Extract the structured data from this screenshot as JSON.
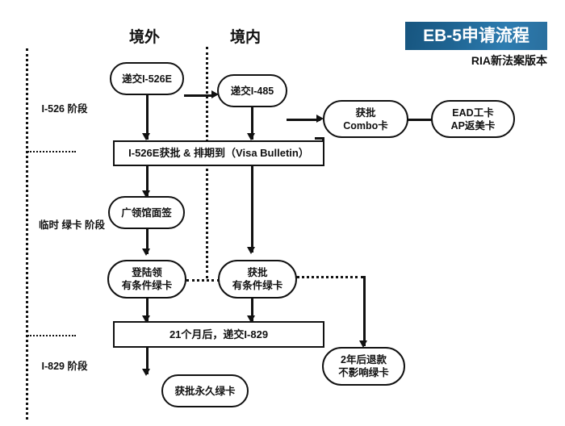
{
  "header": {
    "banner_title": "EB-5申请流程",
    "subtitle": "RIA新法案版本",
    "banner_color": "#1f6593",
    "banner_text_color": "#ffffff"
  },
  "columns": [
    {
      "id": "overseas",
      "label": "境外"
    },
    {
      "id": "domestic",
      "label": "境内"
    }
  ],
  "stages": [
    {
      "id": "i526",
      "label": "I-526\n阶段"
    },
    {
      "id": "temp-green-card",
      "label": "临时\n绿卡\n阶段"
    },
    {
      "id": "i829",
      "label": "I-829\n阶段"
    }
  ],
  "nodes": [
    {
      "id": "submit-i526e",
      "shape": "pill",
      "label": "递交I-526E"
    },
    {
      "id": "submit-i485",
      "shape": "pill",
      "label": "递交I-485"
    },
    {
      "id": "approved-combo-card",
      "shape": "pill",
      "label": "获批\nCombo卡"
    },
    {
      "id": "ead-ap-card",
      "shape": "pill",
      "label": "EAD工卡\nAP返美卡"
    },
    {
      "id": "i526e-approved",
      "shape": "rect",
      "label": "I-526E获批 & 排期到（Visa Bulletin）"
    },
    {
      "id": "consulate-interview",
      "shape": "pill",
      "label": "广领馆面签"
    },
    {
      "id": "land-get-cgc",
      "shape": "pill",
      "label": "登陆领\n有条件绿卡"
    },
    {
      "id": "approved-cgc",
      "shape": "pill",
      "label": "获批\n有条件绿卡"
    },
    {
      "id": "file-i829",
      "shape": "rect",
      "label": "21个月后，递交I-829"
    },
    {
      "id": "permanent-green-card",
      "shape": "pill",
      "label": "获批永久绿卡"
    },
    {
      "id": "refund-two-years",
      "shape": "pill",
      "label": "2年后退款\n不影响绿卡"
    }
  ],
  "edges": [
    {
      "from": "submit-i526e",
      "to": "submit-i485",
      "style": "solid-arrow"
    },
    {
      "from": "submit-i526e",
      "to": "i526e-approved",
      "style": "solid-arrow"
    },
    {
      "from": "submit-i485",
      "to": "approved-combo-card",
      "style": "solid-arrow"
    },
    {
      "from": "submit-i485",
      "to": "i526e-approved",
      "style": "solid-arrow"
    },
    {
      "from": "approved-combo-card",
      "to": "ead-ap-card",
      "style": "solid-line"
    },
    {
      "from": "approved-combo-card",
      "to": "i526e-approved",
      "style": "solid-line"
    },
    {
      "from": "i526e-approved",
      "to": "consulate-interview",
      "style": "solid-arrow"
    },
    {
      "from": "i526e-approved",
      "to": "approved-cgc",
      "style": "solid-arrow"
    },
    {
      "from": "consulate-interview",
      "to": "land-get-cgc",
      "style": "solid-arrow"
    },
    {
      "from": "land-get-cgc",
      "to": "approved-cgc",
      "style": "dotted-line"
    },
    {
      "from": "land-get-cgc",
      "to": "file-i829",
      "style": "solid-arrow"
    },
    {
      "from": "approved-cgc",
      "to": "file-i829",
      "style": "solid-arrow"
    },
    {
      "from": "approved-cgc",
      "to": "refund-two-years",
      "style": "dotted-then-arrow"
    },
    {
      "from": "file-i829",
      "to": "permanent-green-card",
      "style": "solid-arrow"
    }
  ],
  "divider": {
    "id": "overseas-domestic-divider",
    "style": "dotted-vertical"
  }
}
